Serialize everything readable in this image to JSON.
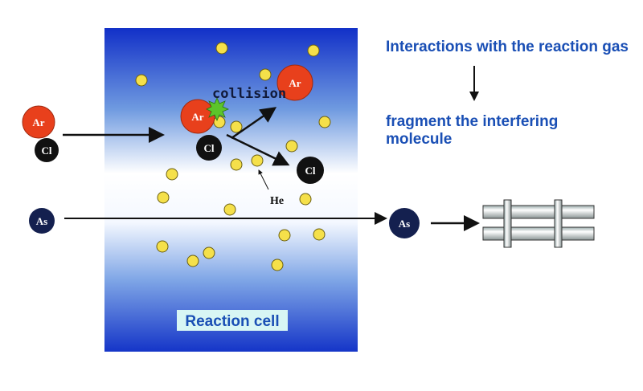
{
  "labels": {
    "collision": "collision",
    "he": "He",
    "reaction_cell": "Reaction cell",
    "note_top": "Interactions with the reaction gas",
    "note_bottom": "fragment the interfering molecule"
  },
  "molecules": {
    "ar": "Ar",
    "cl": "Cl",
    "as": "As"
  },
  "colors": {
    "argon": "#e8401c",
    "chlorine": "#111111",
    "arsenic": "#14204f",
    "helium": "#f5e04a",
    "cell_blue": "#1c3fcf",
    "text_blue": "#1a4fb5"
  }
}
